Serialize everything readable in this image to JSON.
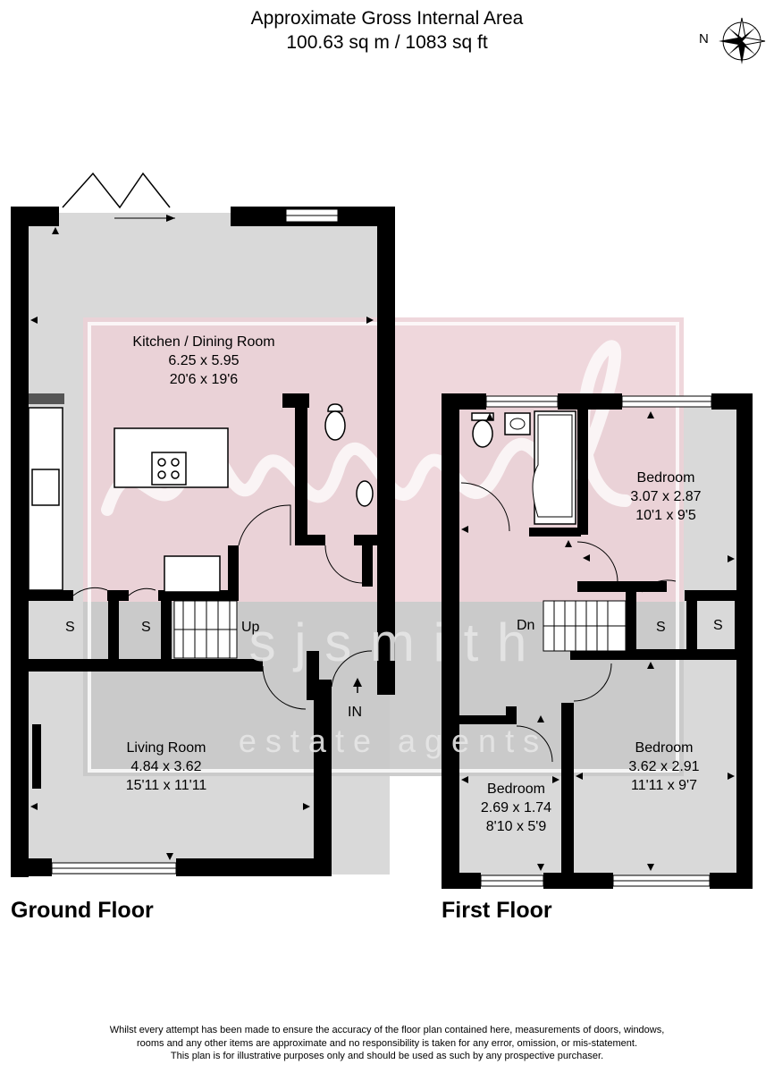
{
  "header": {
    "area_title": "Approximate Gross Internal Area",
    "area_value": "100.63 sq m / 1083 sq ft"
  },
  "compass": {
    "label": "N"
  },
  "watermark": {
    "line1": "s j s m i t h",
    "line2": "e s t a t e   a g e n t s"
  },
  "ground_floor": {
    "title": "Ground Floor",
    "kitchen": {
      "name": "Kitchen / Dining Room",
      "metric": "6.25 x 5.95",
      "imperial": "20'6 x 19'6"
    },
    "living": {
      "name": "Living Room",
      "metric": "4.84 x 3.62",
      "imperial": "15'11 x 11'11"
    },
    "storage_1": "S",
    "storage_2": "S",
    "stairs": "Up",
    "entrance": "IN"
  },
  "first_floor": {
    "title": "First Floor",
    "bedroom_1": {
      "name": "Bedroom",
      "metric": "3.07 x 2.87",
      "imperial": "10'1 x 9'5"
    },
    "bedroom_2": {
      "name": "Bedroom",
      "metric": "3.62 x 2.91",
      "imperial": "11'11 x 9'7"
    },
    "bedroom_3": {
      "name": "Bedroom",
      "metric": "2.69 x 1.74",
      "imperial": "8'10 x 5'9"
    },
    "storage_1": "S",
    "storage_2": "S",
    "stairs": "Dn"
  },
  "disclaimer": {
    "line1": "Whilst every attempt has been made to ensure the accuracy of the floor plan contained here, measurements of doors, windows,",
    "line2": "rooms and any other items are approximate and no responsibility is taken for any error, omission, or mis-statement.",
    "line3": "This plan is for illustrative purposes only and should be used as such by any prospective purchaser."
  },
  "colors": {
    "wall": "#000000",
    "floor_fill": "#d9d9d9",
    "watermark_pink": "#ecd0d6",
    "watermark_red": "#c0262c"
  }
}
